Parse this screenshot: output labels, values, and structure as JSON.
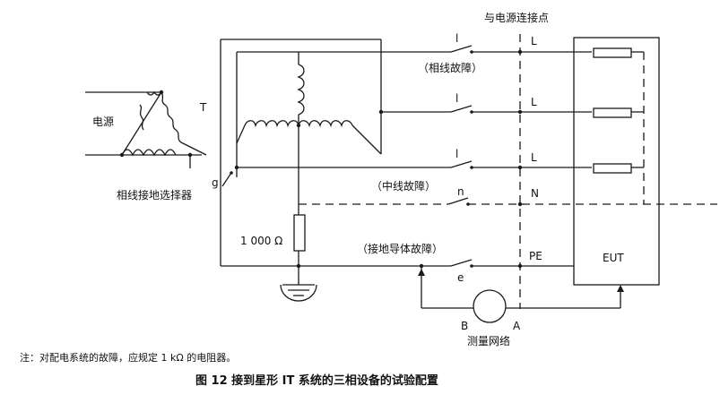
{
  "labels": {
    "connection_point": "与电源连接点",
    "power_source": "电源",
    "transformer": "T",
    "phase_ground_selector": "相线接地选择器",
    "selector_g": "g",
    "phase_fault": "（相线故障）",
    "neutral_fault": "（中线故障）",
    "ground_conductor_fault": "（接地导体故障）",
    "switch_l1": "l",
    "switch_l2": "l",
    "switch_l3": "l",
    "switch_n": "n",
    "switch_e": "e",
    "terminal_l1": "L",
    "terminal_l2": "L",
    "terminal_l3": "L",
    "terminal_n": "N",
    "terminal_pe": "PE",
    "resistor_value": "1 000 Ω",
    "eut": "EUT",
    "meter_b": "B",
    "meter_a": "A",
    "measuring_network": "测量网络"
  },
  "note": "注：对配电系统的故障，应规定 1 kΩ 的电阻器。",
  "caption": "图 12    接到星形 IT 系统的三相设备的试验配置"
}
